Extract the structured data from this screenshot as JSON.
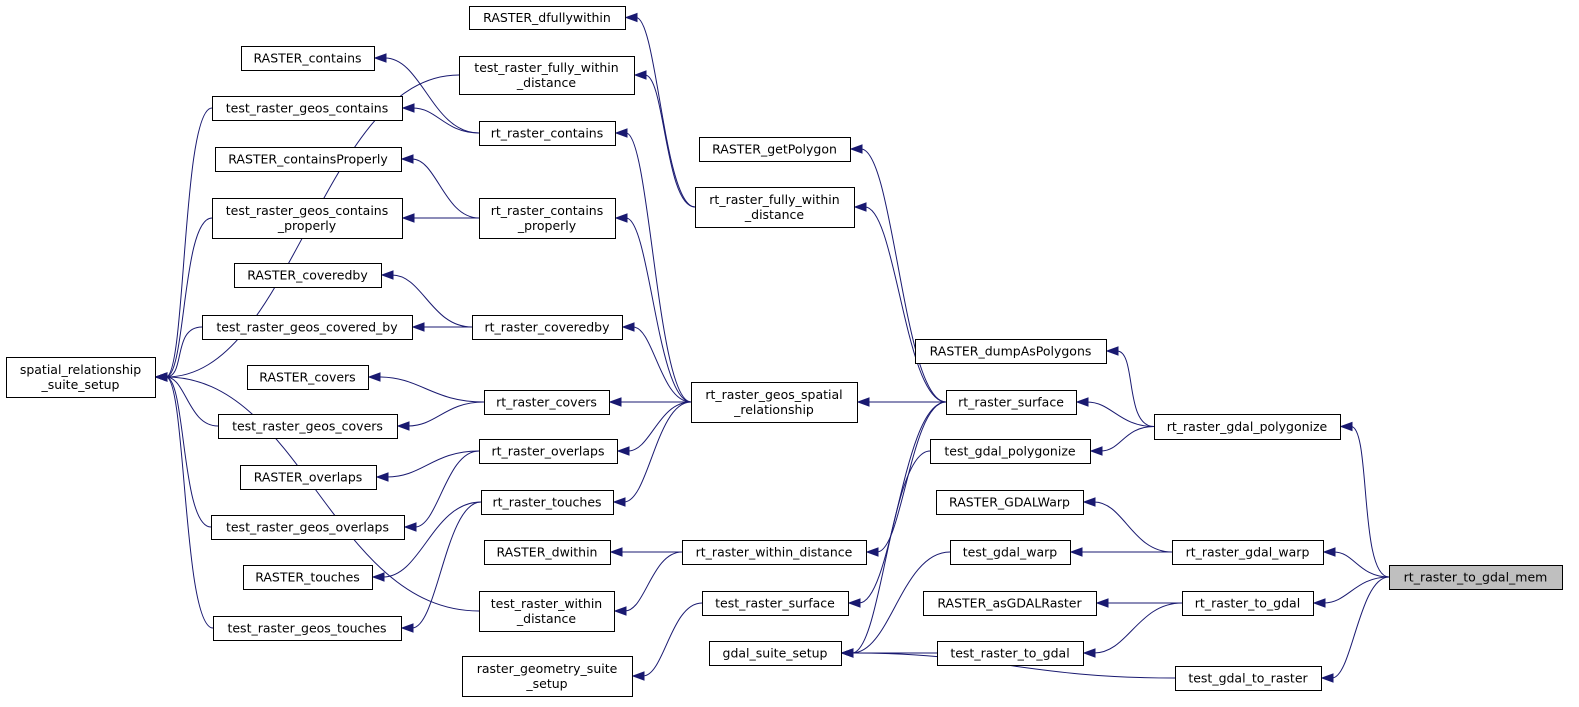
{
  "diagram": {
    "focus_node": "rt_raster_to_gdal_mem",
    "nodes": {
      "RASTER_dfullywithin": [
        "RASTER_dfullywithin"
      ],
      "test_raster_fully_within_distance": [
        "test_raster_fully_within",
        "_distance"
      ],
      "RASTER_contains": [
        "RASTER_contains"
      ],
      "test_raster_geos_contains": [
        "test_raster_geos_contains"
      ],
      "rt_raster_contains": [
        "rt_raster_contains"
      ],
      "RASTER_getPolygon": [
        "RASTER_getPolygon"
      ],
      "RASTER_containsProperly": [
        "RASTER_containsProperly"
      ],
      "rt_raster_fully_within_distance": [
        "rt_raster_fully_within",
        "_distance"
      ],
      "test_raster_geos_contains_properly": [
        "test_raster_geos_contains",
        "_properly"
      ],
      "rt_raster_contains_properly": [
        "rt_raster_contains",
        "_properly"
      ],
      "RASTER_coveredby": [
        "RASTER_coveredby"
      ],
      "test_raster_geos_covered_by": [
        "test_raster_geos_covered_by"
      ],
      "rt_raster_coveredby": [
        "rt_raster_coveredby"
      ],
      "RASTER_dumpAsPolygons": [
        "RASTER_dumpAsPolygons"
      ],
      "spatial_relationship_suite_setup": [
        "spatial_relationship",
        "_suite_setup"
      ],
      "RASTER_covers": [
        "RASTER_covers"
      ],
      "rt_raster_geos_spatial_relationship": [
        "rt_raster_geos_spatial",
        "_relationship"
      ],
      "rt_raster_surface": [
        "rt_raster_surface"
      ],
      "rt_raster_covers": [
        "rt_raster_covers"
      ],
      "test_raster_geos_covers": [
        "test_raster_geos_covers"
      ],
      "rt_raster_gdal_polygonize": [
        "rt_raster_gdal_polygonize"
      ],
      "test_gdal_polygonize": [
        "test_gdal_polygonize"
      ],
      "rt_raster_overlaps": [
        "rt_raster_overlaps"
      ],
      "RASTER_overlaps": [
        "RASTER_overlaps"
      ],
      "rt_raster_touches": [
        "rt_raster_touches"
      ],
      "RASTER_GDALWarp": [
        "RASTER_GDALWarp"
      ],
      "test_raster_geos_overlaps": [
        "test_raster_geos_overlaps"
      ],
      "RASTER_dwithin": [
        "RASTER_dwithin"
      ],
      "rt_raster_within_distance": [
        "rt_raster_within_distance"
      ],
      "test_gdal_warp": [
        "test_gdal_warp"
      ],
      "rt_raster_gdal_warp": [
        "rt_raster_gdal_warp"
      ],
      "RASTER_touches": [
        "RASTER_touches"
      ],
      "rt_raster_to_gdal_mem": [
        "rt_raster_to_gdal_mem"
      ],
      "test_raster_within_distance": [
        "test_raster_within",
        "_distance"
      ],
      "test_raster_surface": [
        "test_raster_surface"
      ],
      "RASTER_asGDALRaster": [
        "RASTER_asGDALRaster"
      ],
      "rt_raster_to_gdal": [
        "rt_raster_to_gdal"
      ],
      "test_raster_geos_touches": [
        "test_raster_geos_touches"
      ],
      "gdal_suite_setup": [
        "gdal_suite_setup"
      ],
      "test_raster_to_gdal": [
        "test_raster_to_gdal"
      ],
      "test_gdal_to_raster": [
        "test_gdal_to_raster"
      ],
      "raster_geometry_suite_setup": [
        "raster_geometry_suite",
        "_setup"
      ]
    },
    "edges": [
      [
        "RASTER_dfullywithin",
        "rt_raster_fully_within_distance"
      ],
      [
        "test_raster_fully_within_distance",
        "rt_raster_fully_within_distance"
      ],
      [
        "RASTER_contains",
        "rt_raster_contains"
      ],
      [
        "test_raster_geos_contains",
        "rt_raster_contains"
      ],
      [
        "RASTER_containsProperly",
        "rt_raster_contains_properly"
      ],
      [
        "test_raster_geos_contains_properly",
        "rt_raster_contains_properly"
      ],
      [
        "RASTER_coveredby",
        "rt_raster_coveredby"
      ],
      [
        "test_raster_geos_covered_by",
        "rt_raster_coveredby"
      ],
      [
        "RASTER_covers",
        "rt_raster_covers"
      ],
      [
        "test_raster_geos_covers",
        "rt_raster_covers"
      ],
      [
        "RASTER_overlaps",
        "rt_raster_overlaps"
      ],
      [
        "test_raster_geos_overlaps",
        "rt_raster_overlaps"
      ],
      [
        "RASTER_touches",
        "rt_raster_touches"
      ],
      [
        "test_raster_geos_touches",
        "rt_raster_touches"
      ],
      [
        "spatial_relationship_suite_setup",
        "test_raster_fully_within_distance"
      ],
      [
        "spatial_relationship_suite_setup",
        "test_raster_geos_contains"
      ],
      [
        "spatial_relationship_suite_setup",
        "test_raster_geos_contains_properly"
      ],
      [
        "spatial_relationship_suite_setup",
        "test_raster_geos_covered_by"
      ],
      [
        "spatial_relationship_suite_setup",
        "test_raster_geos_covers"
      ],
      [
        "spatial_relationship_suite_setup",
        "test_raster_geos_overlaps"
      ],
      [
        "spatial_relationship_suite_setup",
        "test_raster_geos_touches"
      ],
      [
        "spatial_relationship_suite_setup",
        "test_raster_within_distance"
      ],
      [
        "rt_raster_contains",
        "rt_raster_geos_spatial_relationship"
      ],
      [
        "rt_raster_contains_properly",
        "rt_raster_geos_spatial_relationship"
      ],
      [
        "rt_raster_coveredby",
        "rt_raster_geos_spatial_relationship"
      ],
      [
        "rt_raster_covers",
        "rt_raster_geos_spatial_relationship"
      ],
      [
        "rt_raster_overlaps",
        "rt_raster_geos_spatial_relationship"
      ],
      [
        "rt_raster_touches",
        "rt_raster_geos_spatial_relationship"
      ],
      [
        "RASTER_dwithin",
        "rt_raster_within_distance"
      ],
      [
        "test_raster_within_distance",
        "rt_raster_within_distance"
      ],
      [
        "raster_geometry_suite_setup",
        "test_raster_surface"
      ],
      [
        "rt_raster_geos_spatial_relationship",
        "rt_raster_surface"
      ],
      [
        "rt_raster_fully_within_distance",
        "rt_raster_surface"
      ],
      [
        "rt_raster_within_distance",
        "rt_raster_surface"
      ],
      [
        "RASTER_getPolygon",
        "rt_raster_surface"
      ],
      [
        "test_raster_surface",
        "rt_raster_surface"
      ],
      [
        "rt_raster_surface",
        "rt_raster_gdal_polygonize"
      ],
      [
        "RASTER_dumpAsPolygons",
        "rt_raster_gdal_polygonize"
      ],
      [
        "test_gdal_polygonize",
        "rt_raster_gdal_polygonize"
      ],
      [
        "gdal_suite_setup",
        "test_gdal_polygonize"
      ],
      [
        "gdal_suite_setup",
        "test_gdal_warp"
      ],
      [
        "gdal_suite_setup",
        "test_raster_to_gdal"
      ],
      [
        "gdal_suite_setup",
        "test_gdal_to_raster"
      ],
      [
        "RASTER_GDALWarp",
        "rt_raster_gdal_warp"
      ],
      [
        "test_gdal_warp",
        "rt_raster_gdal_warp"
      ],
      [
        "RASTER_asGDALRaster",
        "rt_raster_to_gdal"
      ],
      [
        "test_raster_to_gdal",
        "rt_raster_to_gdal"
      ],
      [
        "rt_raster_gdal_polygonize",
        "rt_raster_to_gdal_mem"
      ],
      [
        "rt_raster_gdal_warp",
        "rt_raster_to_gdal_mem"
      ],
      [
        "rt_raster_to_gdal",
        "rt_raster_to_gdal_mem"
      ],
      [
        "test_gdal_to_raster",
        "rt_raster_to_gdal_mem"
      ]
    ]
  }
}
